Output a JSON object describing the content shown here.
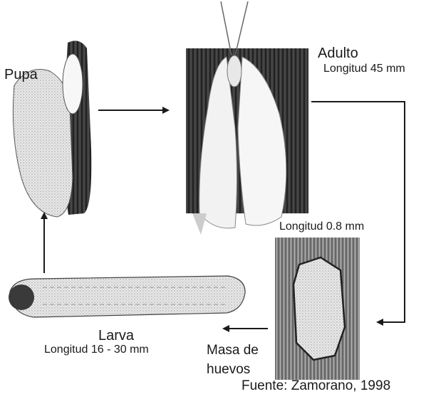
{
  "header_partial": "(ciclo de vida) (empty text placeholder)",
  "labels": {
    "pupa": "Pupa",
    "adulto": "Adulto",
    "adulto_longitud": "Longitud 45 mm",
    "huevo_longitud": "Longitud 0.8 mm",
    "larva": "Larva",
    "larva_longitud": "Longitud 16 - 30 mm",
    "masa_line1": "Masa de",
    "masa_line2": "huevos",
    "fuente": "Fuente: Zamorano, 1998"
  },
  "colors": {
    "ink": "#1a1a1a",
    "wood_dark": "#2b2b2b",
    "wood_mid": "#6b6b6b",
    "insect_light": "#f4f4f4",
    "shading": "#9a9a9a"
  },
  "icons": [
    "pupa-drawing-icon",
    "adult-moth-drawing-icon",
    "egg-mass-drawing-icon",
    "larva-drawing-icon"
  ]
}
